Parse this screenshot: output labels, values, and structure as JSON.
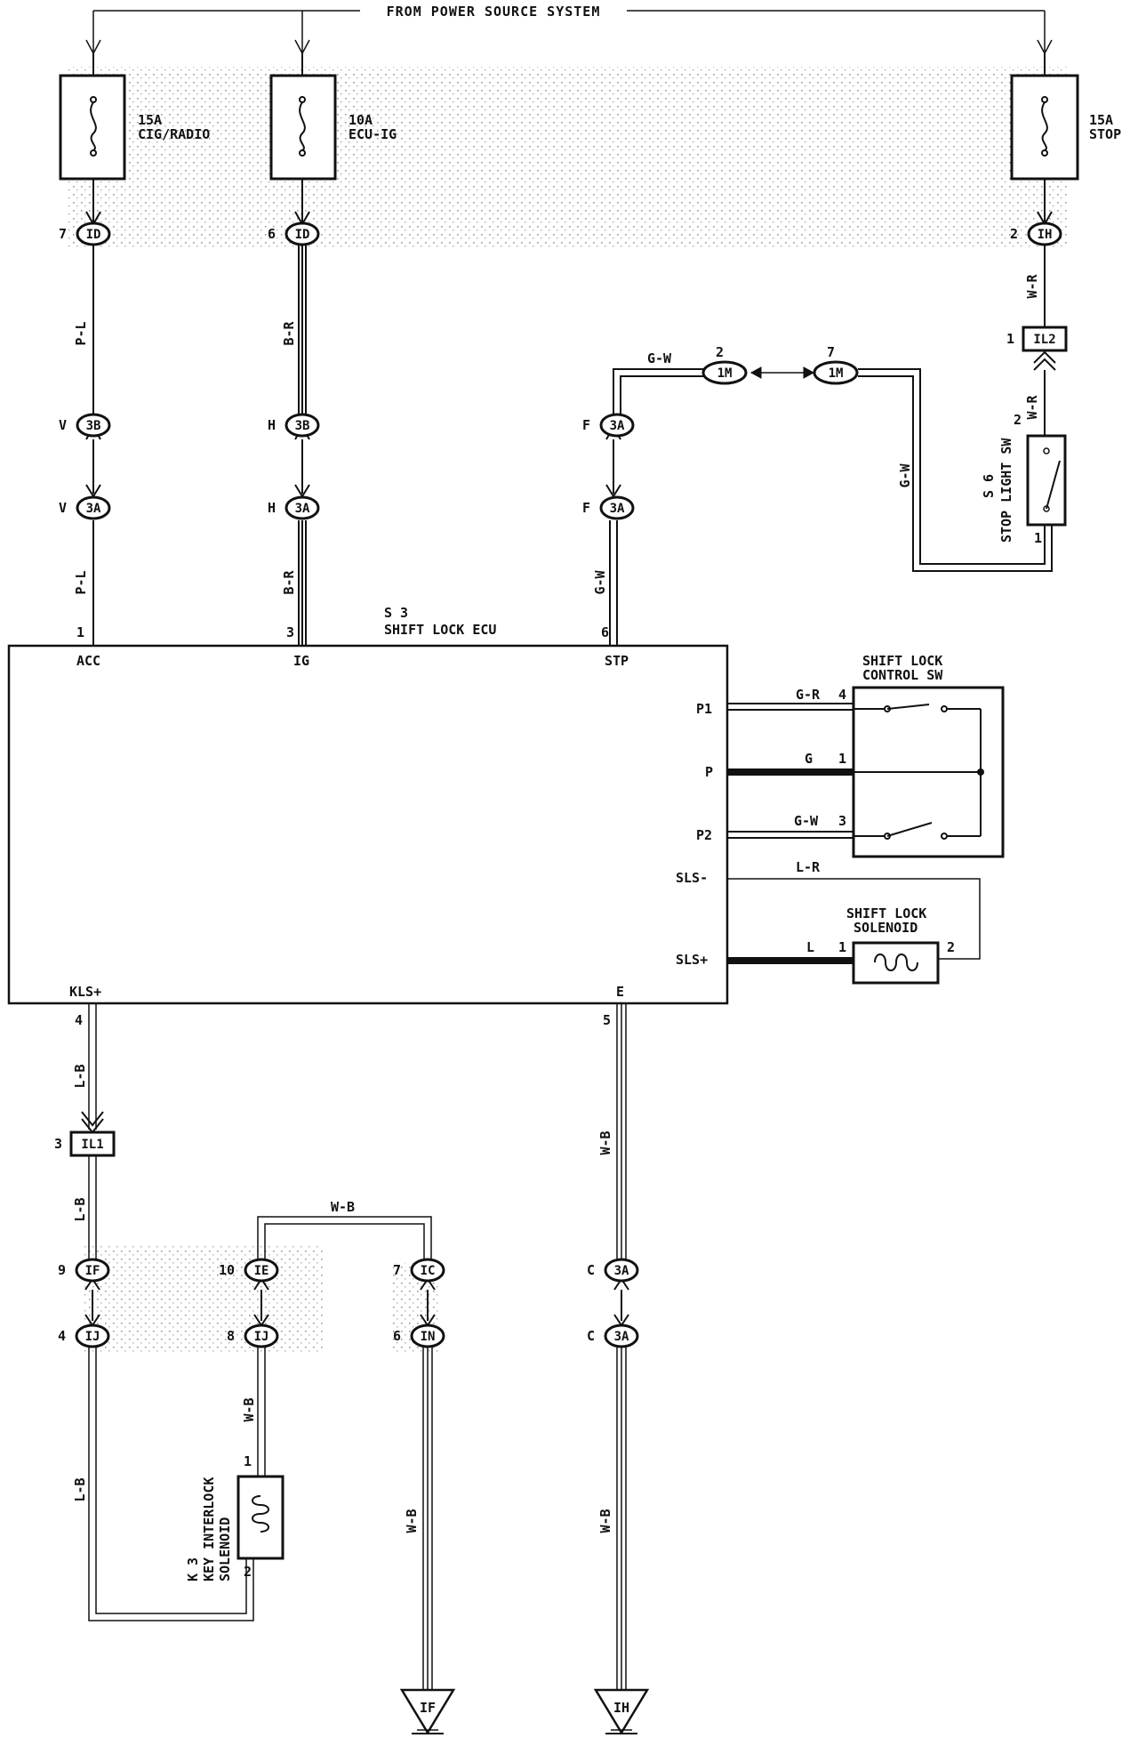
{
  "title": "FROM POWER SOURCE SYSTEM",
  "fuses": {
    "cig": {
      "amp": "15A",
      "name": "CIG/RADIO"
    },
    "ecu": {
      "amp": "10A",
      "name": "ECU-IG"
    },
    "stop": {
      "amp": "15A",
      "name": "STOP"
    }
  },
  "connectors": {
    "id_1": {
      "pin": "7",
      "code": "ID"
    },
    "id_2": {
      "pin": "6",
      "code": "ID"
    },
    "ih_top": {
      "pin": "2",
      "code": "IH"
    },
    "il2": {
      "pin": "1",
      "code": "IL2"
    },
    "b3_1": {
      "pin": "V",
      "code": "3B"
    },
    "a3_1": {
      "pin": "V",
      "code": "3A"
    },
    "b3_2": {
      "pin": "H",
      "code": "3B"
    },
    "a3_2": {
      "pin": "H",
      "code": "3A"
    },
    "a3_3": {
      "pin": "F",
      "code": "3A"
    },
    "a3_4": {
      "pin": "F",
      "code": "3A"
    },
    "m1_left": {
      "pin": "2",
      "code": "1M"
    },
    "m1_right": {
      "pin": "7",
      "code": "1M"
    },
    "il1": {
      "pin": "3",
      "code": "IL1"
    },
    "if_mid": {
      "pin": "9",
      "code": "IF"
    },
    "ie": {
      "pin": "10",
      "code": "IE"
    },
    "ic": {
      "pin": "7",
      "code": "IC"
    },
    "a3_5": {
      "pin": "C",
      "code": "3A"
    },
    "ij_1": {
      "pin": "4",
      "code": "IJ"
    },
    "ij_2": {
      "pin": "8",
      "code": "IJ"
    },
    "in": {
      "pin": "6",
      "code": "IN"
    },
    "a3_6": {
      "pin": "C",
      "code": "3A"
    }
  },
  "wires": {
    "pl_top": "P-L",
    "pl_bot": "P-L",
    "br_top": "B-R",
    "br_bot": "B-R",
    "gw_top": "G-W",
    "gw_right": "G-W",
    "gw_ecu": "G-W",
    "wr_1": "W-R",
    "wr_2": "W-R",
    "lb_1": "L-B",
    "lb_2": "L-B",
    "lb_3": "L-B",
    "wb_e": "W-B",
    "wb_top": "W-B",
    "wb_key": "W-B",
    "wb_in": "W-B",
    "wb_3a": "W-B",
    "gr_p1": "G-R",
    "g_p": "G",
    "gw_p2": "G-W",
    "lr_sls": "L-R",
    "l_sls": "L"
  },
  "ecu": {
    "code": "S 3",
    "name": "SHIFT LOCK ECU",
    "pins": {
      "acc": {
        "num": "1",
        "name": "ACC"
      },
      "ig": {
        "num": "3",
        "name": "IG"
      },
      "stp": {
        "num": "6",
        "name": "STP"
      },
      "kls": {
        "num": "4",
        "name": "KLS+"
      },
      "e": {
        "num": "5",
        "name": "E"
      },
      "p1": "P1",
      "p": "P",
      "p2": "P2",
      "sls_minus": "SLS-",
      "sls_plus": "SLS+"
    }
  },
  "control_sw": {
    "name_1": "SHIFT LOCK",
    "name_2": "CONTROL SW",
    "pin_p1": "4",
    "pin_p": "1",
    "pin_p2": "3"
  },
  "solenoid": {
    "name_1": "SHIFT LOCK",
    "name_2": "SOLENOID",
    "pin_1": "1",
    "pin_2": "2"
  },
  "stop_sw": {
    "code": "S 6",
    "name": "STOP LIGHT SW",
    "pin_top": "2",
    "pin_bot": "1"
  },
  "key_solenoid": {
    "code": "K 3",
    "name_1": "KEY INTERLOCK",
    "name_2": "SOLENOID",
    "pin_top": "1",
    "pin_bot": "2"
  },
  "grounds": {
    "if": "IF",
    "ih": "IH"
  }
}
